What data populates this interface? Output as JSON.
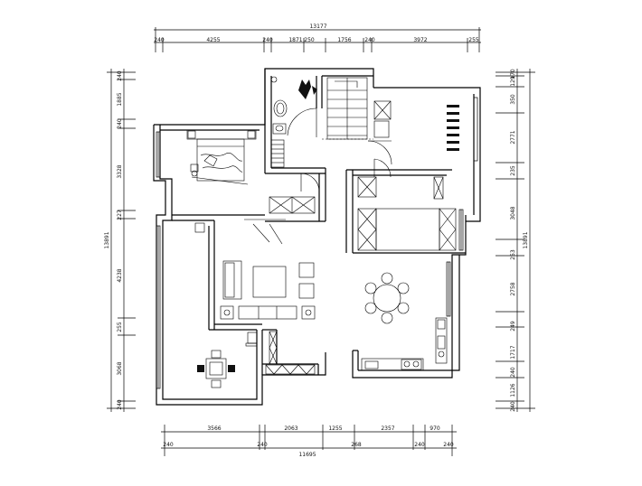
{
  "dimensions": {
    "top_total": "13177",
    "top": [
      "240",
      "4255",
      "240",
      "1871",
      "250",
      "1756",
      "240",
      "3972",
      "255"
    ],
    "bottom_total": "11695",
    "bottom_upper": [
      "3566",
      "2063",
      "1255",
      "2357",
      "970"
    ],
    "bottom_lower": [
      "240",
      "240",
      "268",
      "240",
      "240"
    ],
    "left_total": "13891",
    "left": [
      "240",
      "1885",
      "240",
      "3328",
      "227",
      "4238",
      "255",
      "3068",
      "240"
    ],
    "right_total": "13891",
    "right": [
      "170",
      "129",
      "350",
      "2771",
      "235",
      "3048",
      "253",
      "2758",
      "249",
      "1717",
      "240",
      "1126",
      "240"
    ]
  },
  "colors": {
    "line": "#000000",
    "background": "#ffffff"
  }
}
